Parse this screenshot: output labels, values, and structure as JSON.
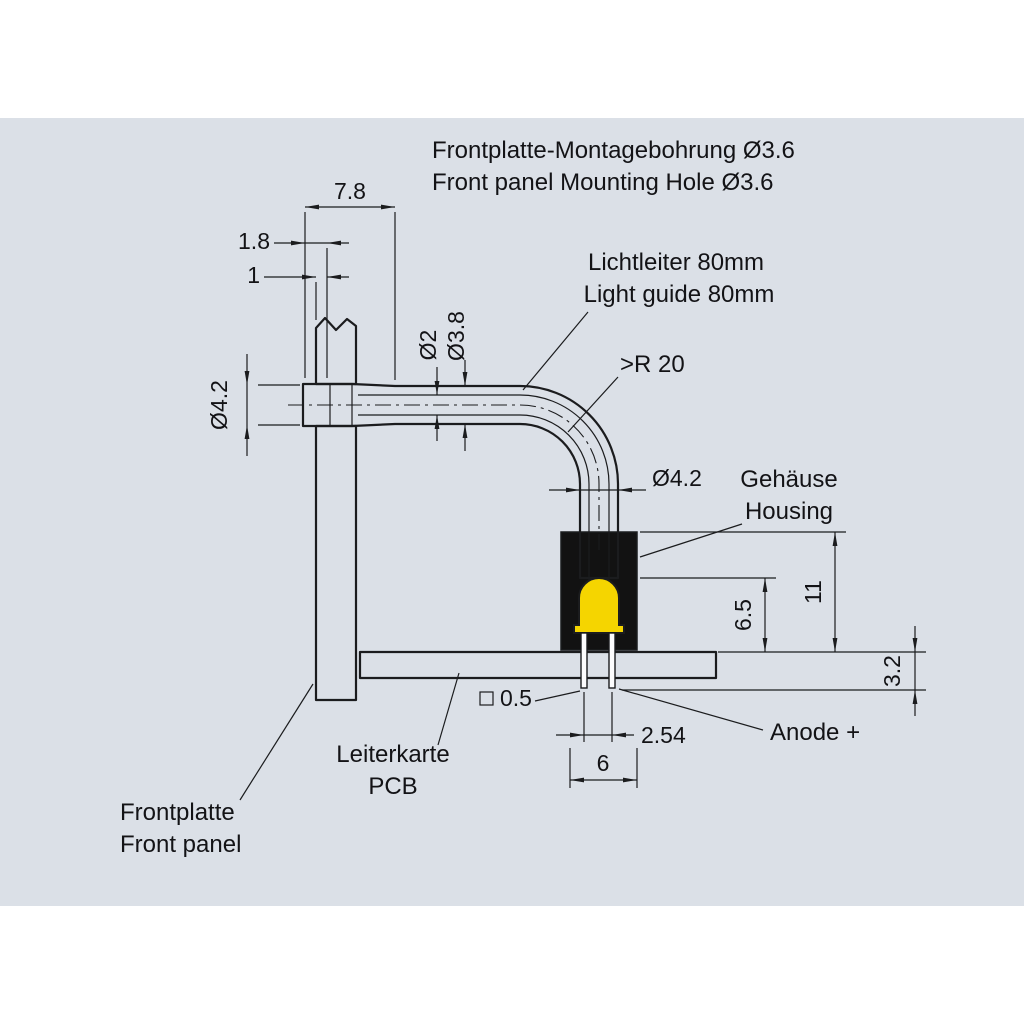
{
  "colors": {
    "page_background": "#ffffff",
    "drawing_background": "#dbe0e7",
    "line": "#1b1c1e",
    "metal_fill": "#b4b8be",
    "hatch_line": "#4e5257",
    "housing_black": "#121212",
    "led_yellow": "#f5d500",
    "light_guide_fill": "#fcfcfd"
  },
  "title": {
    "de": "Frontplatte-Montagebohrung Ø3.6",
    "en": "Front panel Mounting Hole Ø3.6"
  },
  "callouts": {
    "light_guide": {
      "de": "Lichtleiter 80mm",
      "en": "Light guide 80mm"
    },
    "bend_radius": ">R 20",
    "housing": {
      "de": "Gehäuse",
      "en": "Housing"
    },
    "front_panel": {
      "de": "Frontplatte",
      "en": "Front panel"
    },
    "pcb": {
      "de": "Leiterkarte",
      "en": "PCB"
    },
    "anode": "Anode +"
  },
  "dimensions": {
    "head_length": "7.8",
    "panel_offset": "1.8",
    "panel_front": "1",
    "head_dia": "Ø4.2",
    "core_dia": "Ø2",
    "tube_dia": "Ø3.8",
    "guide_dia": "Ø4.2",
    "housing_height": "11",
    "led_height": "6.5",
    "pin_protrusion": "3.2",
    "pin_pitch": "2.54",
    "pin_span": "6",
    "pin_square": "0.5"
  }
}
